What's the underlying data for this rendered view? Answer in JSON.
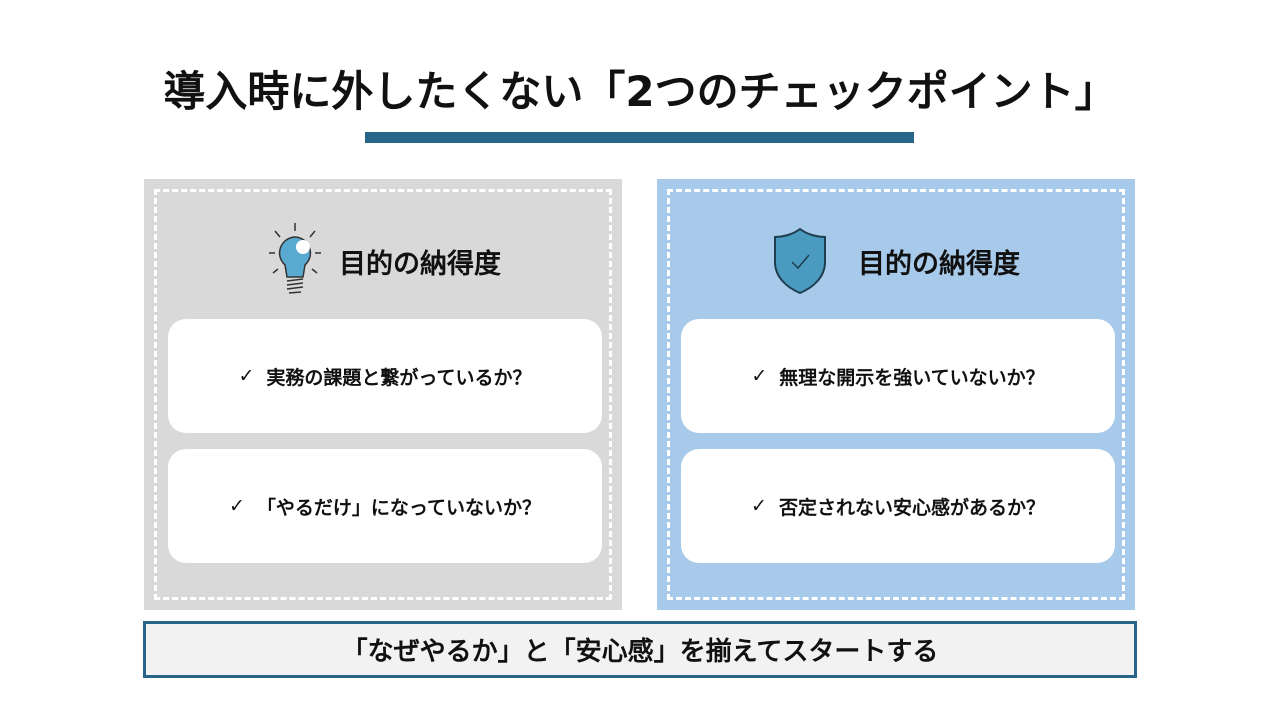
{
  "title": "導入時に外したくない「2つのチェックポイント」",
  "panels": [
    {
      "heading": "目的の納得度",
      "icon": "lightbulb-icon",
      "items": [
        "実務の課題と繋がっているか？",
        "「やるだけ」になっていないか？"
      ]
    },
    {
      "heading": "目的の納得度",
      "icon": "shield-check-icon",
      "items": [
        "無理な開示を強いていないか？",
        "否定されない安心感があるか？"
      ]
    }
  ],
  "check": "✓",
  "footer": "「なぜやるか」と「安心感」を揃えてスタートする",
  "colors": {
    "accent": "#276689",
    "left_panel": "#d9d9d9",
    "right_panel": "#a7c9ea"
  }
}
